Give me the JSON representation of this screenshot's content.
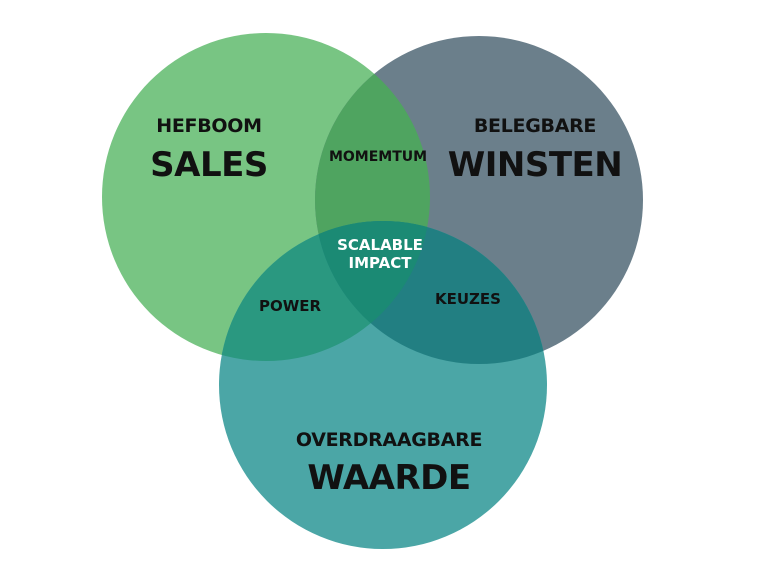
{
  "colors": {
    "sales": "#78c583",
    "winsten": "#6b7f8b",
    "waarde": "#4ba6a6",
    "sales_winsten": "#4fa460",
    "sales_waarde": "#2a9880",
    "winsten_waarde": "#227f82",
    "center": "#1b8a74"
  },
  "circles": {
    "sales": {
      "top": "HEFBOOM",
      "main": "SALES"
    },
    "winsten": {
      "top": "BELEGBARE",
      "main": "WINSTEN"
    },
    "waarde": {
      "top": "OVERDRAAGBARE",
      "main": "WAARDE"
    }
  },
  "overlaps": {
    "sales_winsten": "MOMEMTUM",
    "sales_waarde": "POWER",
    "winsten_waarde": "KEUZES",
    "center_line1": "SCALABLE",
    "center_line2": "IMPACT"
  }
}
